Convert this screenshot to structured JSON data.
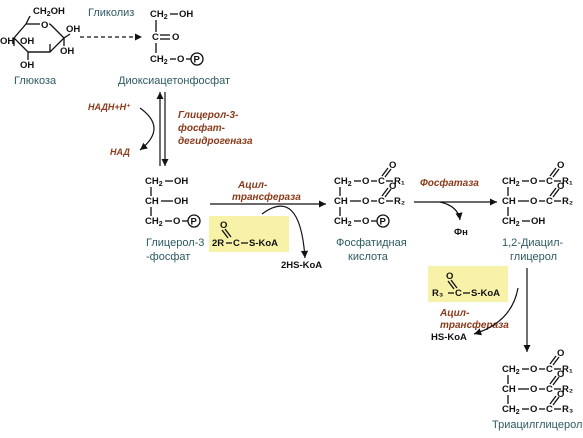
{
  "colors": {
    "label": "#2c5a63",
    "enzyme": "#8a3a1a",
    "highlight": "#f7f2a8",
    "structure": "#111111"
  },
  "process": {
    "glycolysis": "Гликолиз"
  },
  "compounds": {
    "glucose": "Глюкоза",
    "dhap": "Диоксиацетонфосфат",
    "glycerol3p_line1": "Глицерол-3",
    "glycerol3p_line2": "-фосфат",
    "phosphatidic_line1": "Фосфатидная",
    "phosphatidic_line2": "кислота",
    "diacylglycerol_line1": "1,2-Диацил-",
    "diacylglycerol_line2": "глицерол",
    "triacylglycerol": "Триацилглицерол"
  },
  "enzymes": {
    "g3pdh_line1": "Глицерол-3-",
    "g3pdh_line2": "фосфат-",
    "g3pdh_line3": "дегидрогеназа",
    "acyltransferase1_line1": "Ацил-",
    "acyltransferase1_line2": "трансфераза",
    "phosphatase": "Фосфатаза",
    "acyltransferase2_line1": "Ацил-",
    "acyltransferase2_line2": "трансфераза"
  },
  "cofactors": {
    "nadh": "НАДН+Н⁺",
    "nad": "НАД",
    "hs_coa_2": "2HS-KoA",
    "hs_coa": "HS-KoA",
    "phosphate_inorganic": "Фн"
  },
  "acyl_coa": {
    "first": {
      "prefix": "2R",
      "c": "C",
      "o": "O",
      "tail": "S-KoA"
    },
    "second": {
      "prefix": "R₃",
      "c": "C",
      "o": "O",
      "tail": "S-KoA"
    }
  },
  "structures": {
    "oh": "OH",
    "ch2": "CH₂",
    "ch": "CH",
    "c": "C",
    "o": "O",
    "p": "P",
    "r1": "R₁",
    "r2": "R₂",
    "r3": "R₃"
  }
}
